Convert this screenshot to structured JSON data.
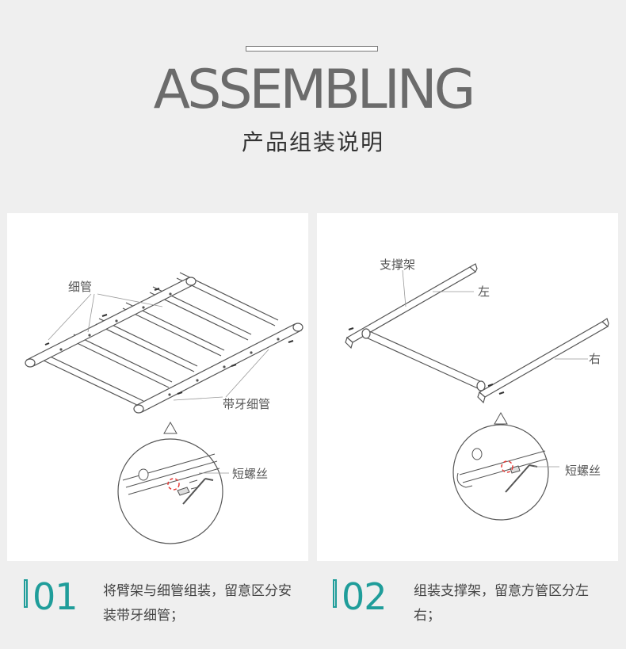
{
  "header": {
    "title": "ASSEMBLING",
    "subtitle": "产品组装说明"
  },
  "panel1": {
    "label_thin_tube": "细管",
    "label_threaded_tube": "带牙细管",
    "label_short_screw": "短螺丝"
  },
  "panel2": {
    "label_support": "支撑架",
    "label_left": "左",
    "label_right": "右",
    "label_short_screw": "短螺丝"
  },
  "steps": [
    {
      "number": "01",
      "text": "将臂架与细管组装，留意区分安装带牙细管；"
    },
    {
      "number": "02",
      "text": "组装支撑架，留意方管区分左右；"
    }
  ],
  "colors": {
    "background": "#efefef",
    "panel": "#ffffff",
    "accent": "#1f9d9a",
    "highlight": "#e53935"
  }
}
